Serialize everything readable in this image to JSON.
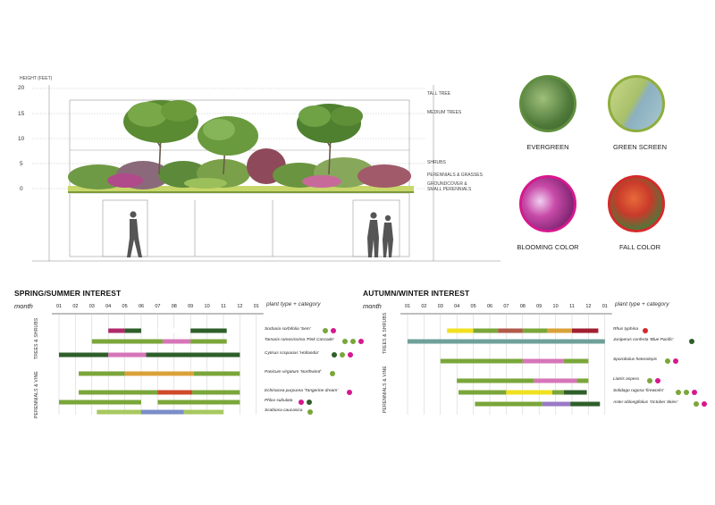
{
  "elevation": {
    "height_label": "HEIGHT (FEET)",
    "ticks": [
      "20",
      "15",
      "10",
      "5",
      "0"
    ],
    "layers": [
      "TALL TREE",
      "MEDIUM TREES",
      "SHRUBS",
      "PERENNIALS & GRASSES",
      "GROUNDCOVER &",
      "SMALL PERENNIALS"
    ]
  },
  "legend": [
    {
      "label": "EVERGREEN",
      "color": "#5f8f3e",
      "image": "evergreen-foliage-image"
    },
    {
      "label": "GREEN SCREEN",
      "color": "#8fae3c",
      "image": "green-screen-foliage-image"
    },
    {
      "label": "BLOOMING COLOR",
      "color": "#d6188e",
      "image": "blooming-flowers-image"
    },
    {
      "label": "FALL COLOR",
      "color": "#d52a2a",
      "image": "fall-foliage-image"
    }
  ],
  "spring": {
    "title": "SPRING/SUMMER INTEREST",
    "month_label": "month",
    "plant_type_label": "plant type + category",
    "months": [
      "01",
      "02",
      "03",
      "04",
      "05",
      "06",
      "07",
      "08",
      "09",
      "10",
      "11",
      "12",
      "01"
    ],
    "category_trees": "TREES & SHRUBS",
    "category_perennials": "PERENNIALS & VINE",
    "plants": [
      {
        "name": "Sorbaria sorbifolia 'Sem'",
        "dots": [
          "#7aa63a",
          "#d6188e"
        ]
      },
      {
        "name": "Tamarix ramosissima 'Pink Cascade'",
        "dots": [
          "#7aa63a",
          "#7aa63a",
          "#d6188e"
        ]
      },
      {
        "name": "Cytisus scoparius 'Hollandia'",
        "dots": [
          "#2e5f2a",
          "#7aa63a",
          "#d6188e"
        ]
      },
      {
        "name": "Panicum virgatum 'Northwind'",
        "dots": [
          "#7aa63a"
        ]
      },
      {
        "name": "Echinacea purpurea 'Tangerine dream'",
        "dots": [
          "#d6188e"
        ]
      },
      {
        "name": "Phlox subulata",
        "dots": [
          "#d6188e",
          "#2e5f2a"
        ]
      },
      {
        "name": "Scabiosa caucasica",
        "dots": [
          "#7aa63a"
        ]
      }
    ]
  },
  "autumn": {
    "title": "AUTUMN/WINTER INTEREST",
    "month_label": "month",
    "plant_type_label": "plant type + category",
    "months": [
      "01",
      "02",
      "03",
      "04",
      "05",
      "06",
      "07",
      "08",
      "09",
      "10",
      "11",
      "12",
      "01"
    ],
    "category_trees": "TREES & SHRUBS",
    "category_perennials": "PERENNIALS & VINE",
    "plants": [
      {
        "name": "Rhus typhina",
        "dots": [
          "#d52a2a"
        ]
      },
      {
        "name": "Juniperus conferta 'Blue Pacific'",
        "dots": [
          "#2e5f2a"
        ]
      },
      {
        "name": "Sporobolus heterolepis",
        "dots": [
          "#7aa63a",
          "#d6188e"
        ]
      },
      {
        "name": "Liatris aspera",
        "dots": [
          "#7aa63a",
          "#d6188e"
        ]
      },
      {
        "name": "Solidago rugosa 'fireworks'",
        "dots": [
          "#7aa63a",
          "#7aa63a",
          "#d6188e"
        ]
      },
      {
        "name": "Aster oblongifolius 'October Skies'",
        "dots": [
          "#7aa63a",
          "#d6188e"
        ]
      }
    ]
  }
}
